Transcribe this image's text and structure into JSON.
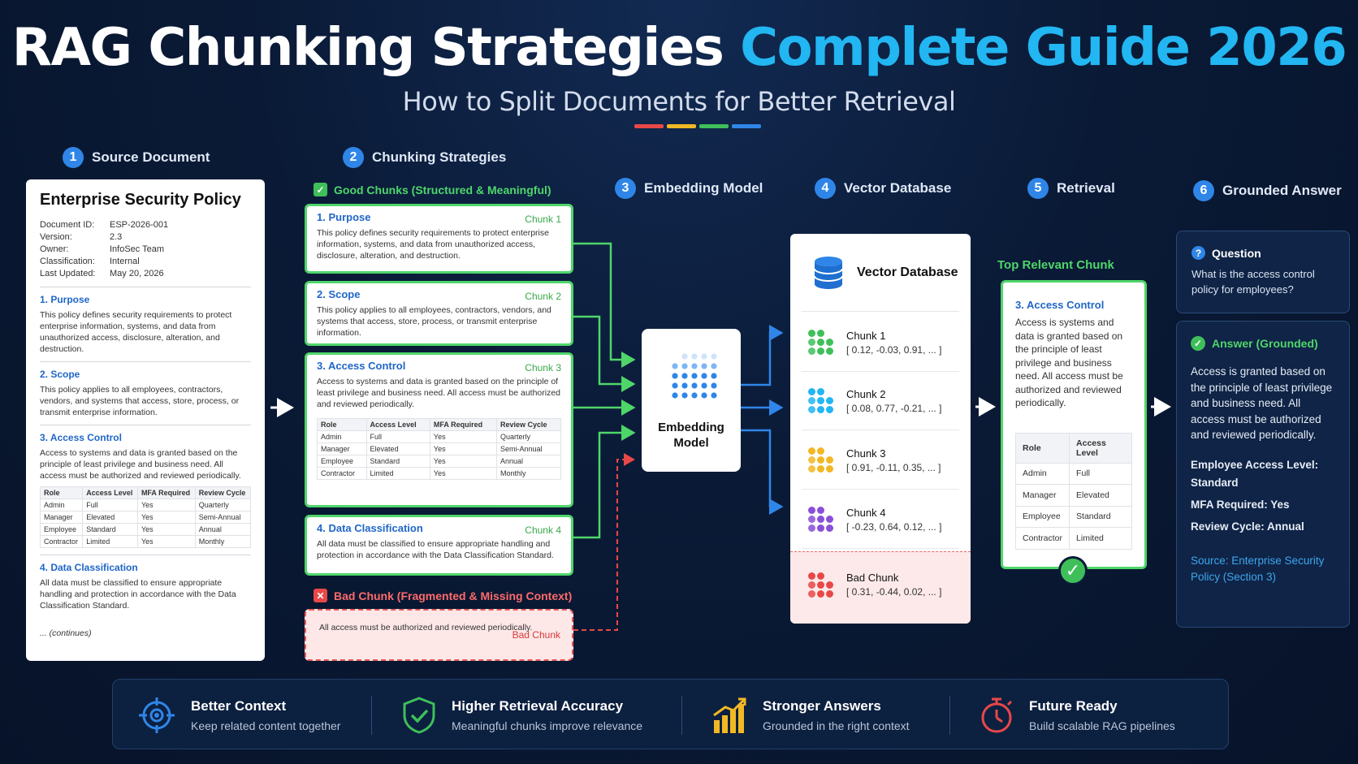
{
  "title": {
    "part1": "RAG Chunking Strategies",
    "part2": "Complete Guide 2026"
  },
  "subtitle": "How to Split Documents for Better Retrieval",
  "colorbar": [
    "#e84848",
    "#f2b824",
    "#3fbf5a",
    "#2f86e8"
  ],
  "steps": [
    {
      "num": "1",
      "label": "Source Document"
    },
    {
      "num": "2",
      "label": "Chunking Strategies"
    },
    {
      "num": "3",
      "label": "Embedding Model"
    },
    {
      "num": "4",
      "label": "Vector Database"
    },
    {
      "num": "5",
      "label": "Retrieval"
    },
    {
      "num": "6",
      "label": "Grounded Answer"
    }
  ],
  "document": {
    "title": "Enterprise Security Policy",
    "meta": [
      {
        "k": "Document ID:",
        "v": "ESP-2026-001"
      },
      {
        "k": "Version:",
        "v": "2.3"
      },
      {
        "k": "Owner:",
        "v": "InfoSec Team"
      },
      {
        "k": "Classification:",
        "v": "Internal"
      },
      {
        "k": "Last Updated:",
        "v": "May 20, 2026"
      }
    ],
    "sections": [
      {
        "h": "1. Purpose",
        "p": "This policy defines security requirements to protect enterprise information, systems, and data from unauthorized access, disclosure, alteration, and destruction."
      },
      {
        "h": "2. Scope",
        "p": "This policy applies to all employees, contractors, vendors, and systems that access, store, process, or transmit enterprise information."
      },
      {
        "h": "3. Access Control",
        "p": "Access to systems and data is granted based on the principle of least privilege and business need. All access must be authorized and reviewed periodically."
      },
      {
        "h": "4. Data Classification",
        "p": "All data must be classified to ensure appropriate handling and protection in accordance with the Data Classification Standard."
      }
    ],
    "continues": "... (continues)"
  },
  "access_table": {
    "headers": [
      "Role",
      "Access Level",
      "MFA Required",
      "Review Cycle"
    ],
    "rows": [
      [
        "Admin",
        "Full",
        "Yes",
        "Quarterly"
      ],
      [
        "Manager",
        "Elevated",
        "Yes",
        "Semi-Annual"
      ],
      [
        "Employee",
        "Standard",
        "Yes",
        "Annual"
      ],
      [
        "Contractor",
        "Limited",
        "Yes",
        "Monthly"
      ]
    ]
  },
  "good_header": "Good Chunks (Structured & Meaningful)",
  "bad_header": "Bad Chunk (Fragmented & Missing Context)",
  "chunks": [
    {
      "title": "1. Purpose",
      "label": "Chunk 1",
      "text": "This policy defines security requirements to protect enterprise information, systems, and data from unauthorized access, disclosure, alteration, and destruction."
    },
    {
      "title": "2. Scope",
      "label": "Chunk 2",
      "text": "This policy applies to all employees, contractors, vendors, and systems that access, store, process, or transmit enterprise information."
    },
    {
      "title": "3. Access Control",
      "label": "Chunk 3",
      "text": "Access to systems and data is granted based on the principle of least privilege and business need. All access must be authorized and reviewed periodically."
    },
    {
      "title": "4. Data Classification",
      "label": "Chunk 4",
      "text": "All data must be classified to ensure appropriate handling and protection in accordance with the Data Classification Standard."
    }
  ],
  "bad_chunk": {
    "text": "All access must be authorized and reviewed periodically.",
    "label": "Bad Chunk"
  },
  "embedding": {
    "label": "Embedding Model"
  },
  "vector_db": {
    "title": "Vector Database",
    "items": [
      {
        "name": "Chunk 1",
        "vector": "[ 0.12, -0.03, 0.91, ... ]",
        "color": "#3fbf5a"
      },
      {
        "name": "Chunk 2",
        "vector": "[ 0.08, 0.77, -0.21, ... ]",
        "color": "#22b6f2"
      },
      {
        "name": "Chunk 3",
        "vector": "[ 0.91, -0.11, 0.35, ... ]",
        "color": "#f2b824"
      },
      {
        "name": "Chunk 4",
        "vector": "[ -0.23, 0.64, 0.12, ... ]",
        "color": "#8a4fd8"
      },
      {
        "name": "Bad Chunk",
        "vector": "[ 0.31, -0.44, 0.02, ... ]",
        "color": "#e84848"
      }
    ]
  },
  "retrieval": {
    "top_label": "Top Relevant Chunk",
    "title": "3. Access Control",
    "text": "Access is systems and data is granted based on the principle of least privilege and business need. All access must be authorized and reviewed periodically.",
    "headers": [
      "Role",
      "Access Level"
    ],
    "rows": [
      [
        "Admin",
        "Full"
      ],
      [
        "Manager",
        "Elevated"
      ],
      [
        "Employee",
        "Standard"
      ],
      [
        "Contractor",
        "Limited"
      ]
    ]
  },
  "answer": {
    "q_label": "Question",
    "question": "What is the access control policy for employees?",
    "a_label": "Answer (Grounded)",
    "text": "Access is granted based on the principle of least privilege and business need. All access must be authorized and reviewed periodically.",
    "facts": [
      "Employee Access Level: Standard",
      "MFA Required: Yes",
      "Review Cycle: Annual"
    ],
    "source": "Source: Enterprise Security Policy (Section 3)"
  },
  "footer": [
    {
      "title": "Better Context",
      "sub": "Keep related content together",
      "icon": "target-icon",
      "color": "#2f86e8"
    },
    {
      "title": "Higher Retrieval Accuracy",
      "sub": "Meaningful chunks improve relevance",
      "icon": "shield-check-icon",
      "color": "#3fbf5a"
    },
    {
      "title": "Stronger Answers",
      "sub": "Grounded in the right context",
      "icon": "bar-chart-icon",
      "color": "#f2b824"
    },
    {
      "title": "Future Ready",
      "sub": "Build scalable RAG pipelines",
      "icon": "stopwatch-icon",
      "color": "#e84848"
    }
  ]
}
